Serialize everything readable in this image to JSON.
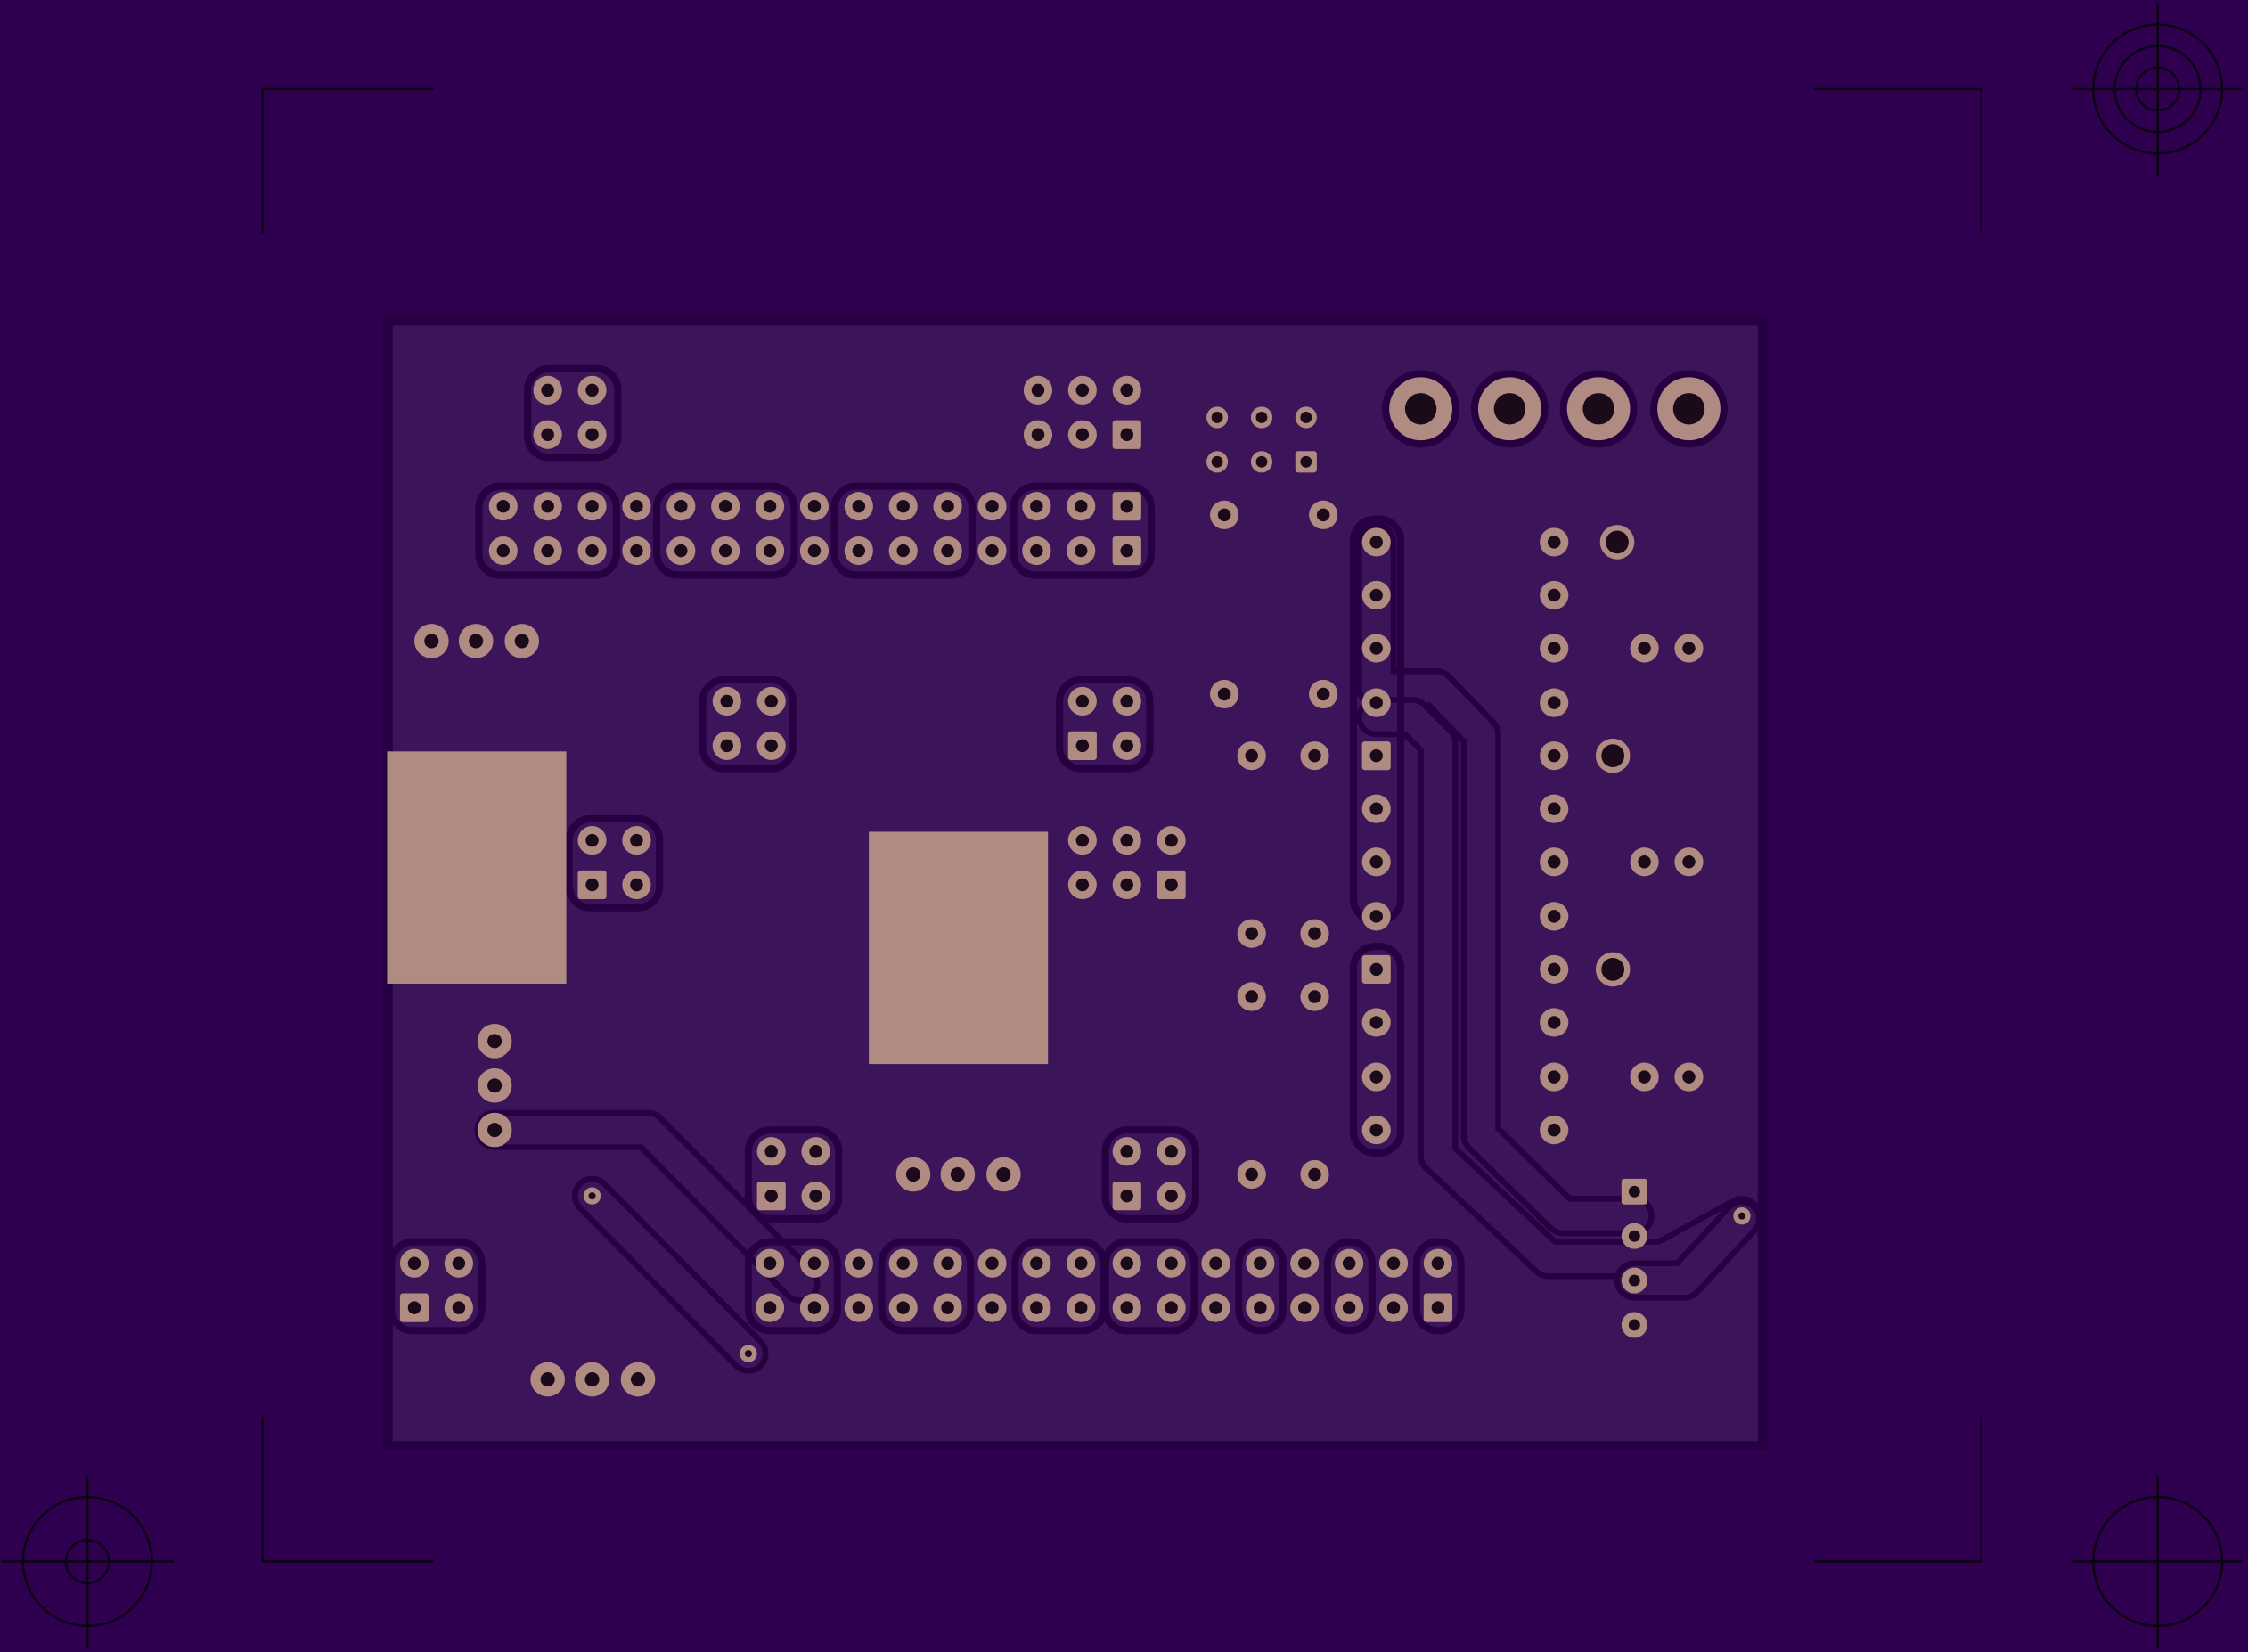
{
  "view": {
    "name": "pcb-bottom-copper-view",
    "colors": {
      "background": "#300050",
      "board_outline": "#270043",
      "board_fill": "#3c1459",
      "trace_outline": "#260040",
      "copper": "#b08b82",
      "drill": "#1a0a1a",
      "marks": "#0c0414"
    }
  },
  "board": {
    "texts": [],
    "connectors": {
      "large_terminals": 4,
      "smd_pads": 2
    }
  }
}
